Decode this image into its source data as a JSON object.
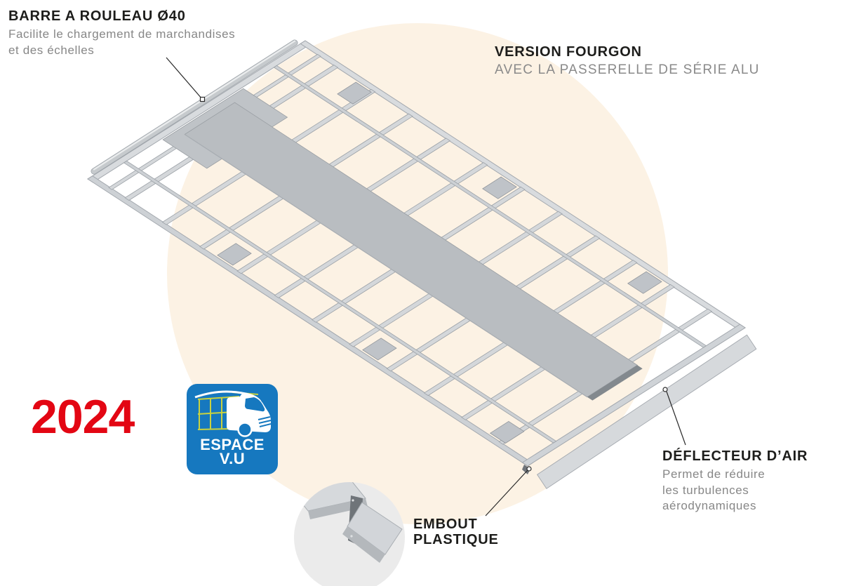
{
  "badge": {
    "year": "2024"
  },
  "logo": {
    "line1": "ESPACE",
    "line2": "V.U"
  },
  "callouts": {
    "roller_bar": {
      "title": "BARRE A ROULEAU Ø40",
      "desc1": "Facilite le chargement de marchandises",
      "desc2": "et des échelles"
    },
    "version": {
      "title": "VERSION FOURGON",
      "subtitle": "AVEC LA PASSERELLE DE SÉRIE ALU"
    },
    "deflector": {
      "title": "DÉFLECTEUR D’AIR",
      "desc1": "Permet de réduire",
      "desc2": "les turbulences",
      "desc3": "aérodynamiques"
    },
    "end_cap": {
      "title_line1": "EMBOUT",
      "title_line2": "PLASTIQUE"
    }
  },
  "colors": {
    "accent_red": "#e30613",
    "logo_blue": "#1678bf",
    "logo_rack_yellow": "#c9d23f",
    "background_cream": "#fcf2e4",
    "metal_light": "#d8dbde",
    "metal_mid": "#c9cdd1",
    "walkway_gray": "#b9bdc1",
    "inset_circle_gray": "#ebebeb"
  }
}
